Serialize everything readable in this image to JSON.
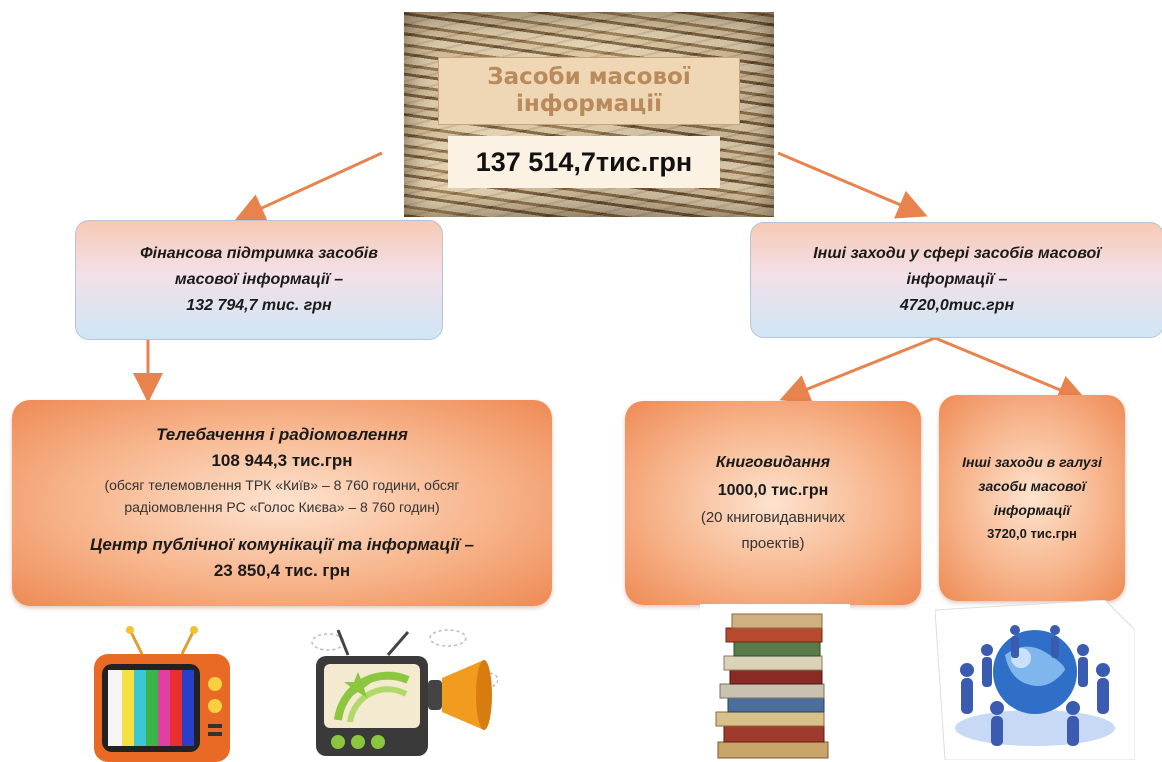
{
  "root": {
    "title": "Засоби масової\nінформації",
    "amount": "137 514,7тис.грн"
  },
  "left_branch": {
    "line1": "Фінансова підтримка засобів",
    "line2": "масової інформації –",
    "amount": "132 794,7 тис. грн"
  },
  "right_branch": {
    "line1": "Інші заходи у сфері засобів масової",
    "line2": "інформації –",
    "amount": "4720,0тис.грн"
  },
  "tv_radio": {
    "title": "Телебачення і радіомовлення",
    "amount": "108 944,3 тис.грн",
    "note_line1": "(обсяг телемовлення ТРК «Київ» – 8 760 години, обсяг",
    "note_line2": "радіомовлення РС «Голос Києва» – 8 760 годин)",
    "center_title": "Центр публічної комунікації та інформації –",
    "center_amount": "23 850,4 тис. грн"
  },
  "books": {
    "title": "Книговидання",
    "amount": "1000,0 тис.грн",
    "note_line1": "(20 книговидавничих",
    "note_line2": "проектів)"
  },
  "other": {
    "line1": "Інші заходи в галузі",
    "line2": "засоби масової",
    "line3": "інформації",
    "amount": "3720,0 тис.грн"
  },
  "colors": {
    "arrow": "#e8834e",
    "orange_box": "#f39a63",
    "blue_box": "#cfe6f6"
  }
}
